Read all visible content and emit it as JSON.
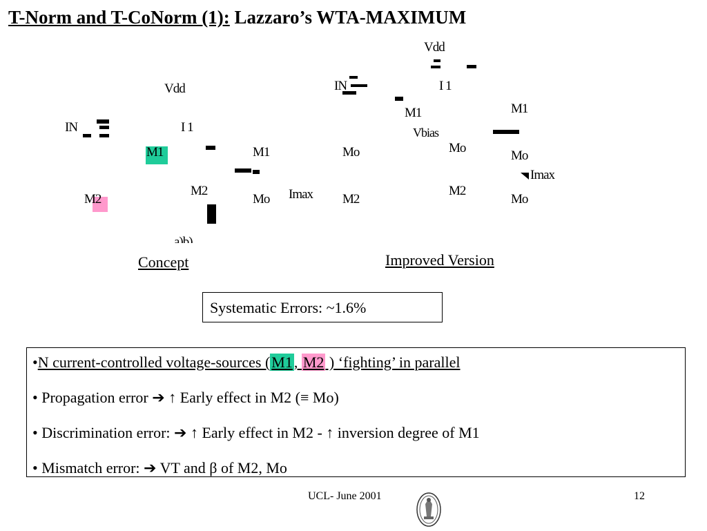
{
  "slide": {
    "title_underlined": "T-Norm and T-CoNorm (1):",
    "title_rest": " Lazzaro’s WTA-MAXIMUM"
  },
  "concept_circuit": {
    "vdd": "Vdd",
    "i1": "I 1",
    "in": "IN",
    "m1": "M1",
    "m1b": "M1",
    "m2": "M2",
    "m2b": "M2",
    "mo": "Mo",
    "imax": "Imax",
    "ab": "a)b)",
    "m1_highlight": "#1fcc9a",
    "m2_highlight": "#ff99cc"
  },
  "improved_circuit": {
    "vdd": "Vdd",
    "in": "IN",
    "i1": "I 1",
    "m1": "M1",
    "m1b": "M1",
    "vbias": "Vbias",
    "mo_left": "Mo",
    "mo_mid": "Mo",
    "mo_right": "Mo",
    "m2_left": "M2",
    "m2_mid": "M2",
    "mo_bottom": "Mo",
    "imax": "Imax"
  },
  "captions": {
    "concept": "Concept",
    "improved": "Improved Version"
  },
  "systematic_errors": "Systematic Errors: ~1.6%",
  "bullets": {
    "line1_prefix": "•",
    "line1_a": "N current-controlled voltage-sources (",
    "line1_m1": "M1",
    "line1_sep": ", ",
    "line1_m2": "M2",
    "line1_b": " ) ‘fighting’ in parallel",
    "line2": "• Propagation error ➔ ↑ Early effect in M2 (≡ Mo)",
    "line3": "• Discrimination error: ➔ ↑ Early effect in M2 - ↑ inversion degree of M1",
    "line4": "• Mismatch error:  ➔ VT and β of M2, Mo"
  },
  "footer": {
    "left": "UCL- June 2001",
    "page": "12",
    "logo": "university-seal-icon"
  }
}
